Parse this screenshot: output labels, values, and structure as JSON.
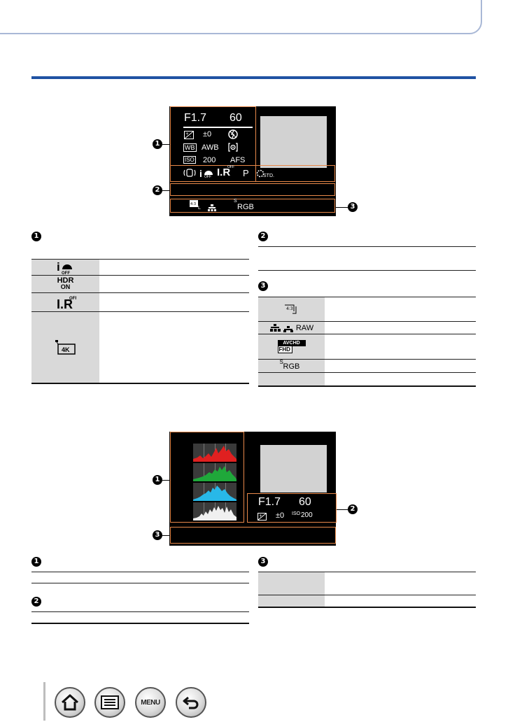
{
  "screen1": {
    "aperture": "F1.7",
    "shutter": "60",
    "exposure_comp": "±0",
    "white_balance": "AWB",
    "iso": "200",
    "focus_mode": "AFS",
    "mode": "P",
    "wb_icon": "WB",
    "iso_icon": "ISO",
    "off_label": "OFF",
    "std_label": "STD.",
    "color_space_prefix": "S",
    "color_space": "RGB",
    "aspect_label": "4:3",
    "size_label": "L"
  },
  "screen2": {
    "aperture": "F1.7",
    "shutter": "60",
    "exposure_comp": "±0",
    "iso_label": "ISO",
    "iso": "200"
  },
  "callouts": {
    "one": "1",
    "two": "2",
    "three": "3"
  },
  "table_icons": {
    "hdr_line1": "HDR",
    "hdr_line2": "ON",
    "raw": "RAW",
    "avchd": "AVCHD",
    "fhd": "FHD",
    "srgb_prefix": "S",
    "srgb": "RGB",
    "four_k": "4K"
  },
  "nav": {
    "home_icon": "home-icon",
    "contents_icon": "list-icon",
    "menu_label": "MENU",
    "back_icon": "back-arrow-icon"
  }
}
